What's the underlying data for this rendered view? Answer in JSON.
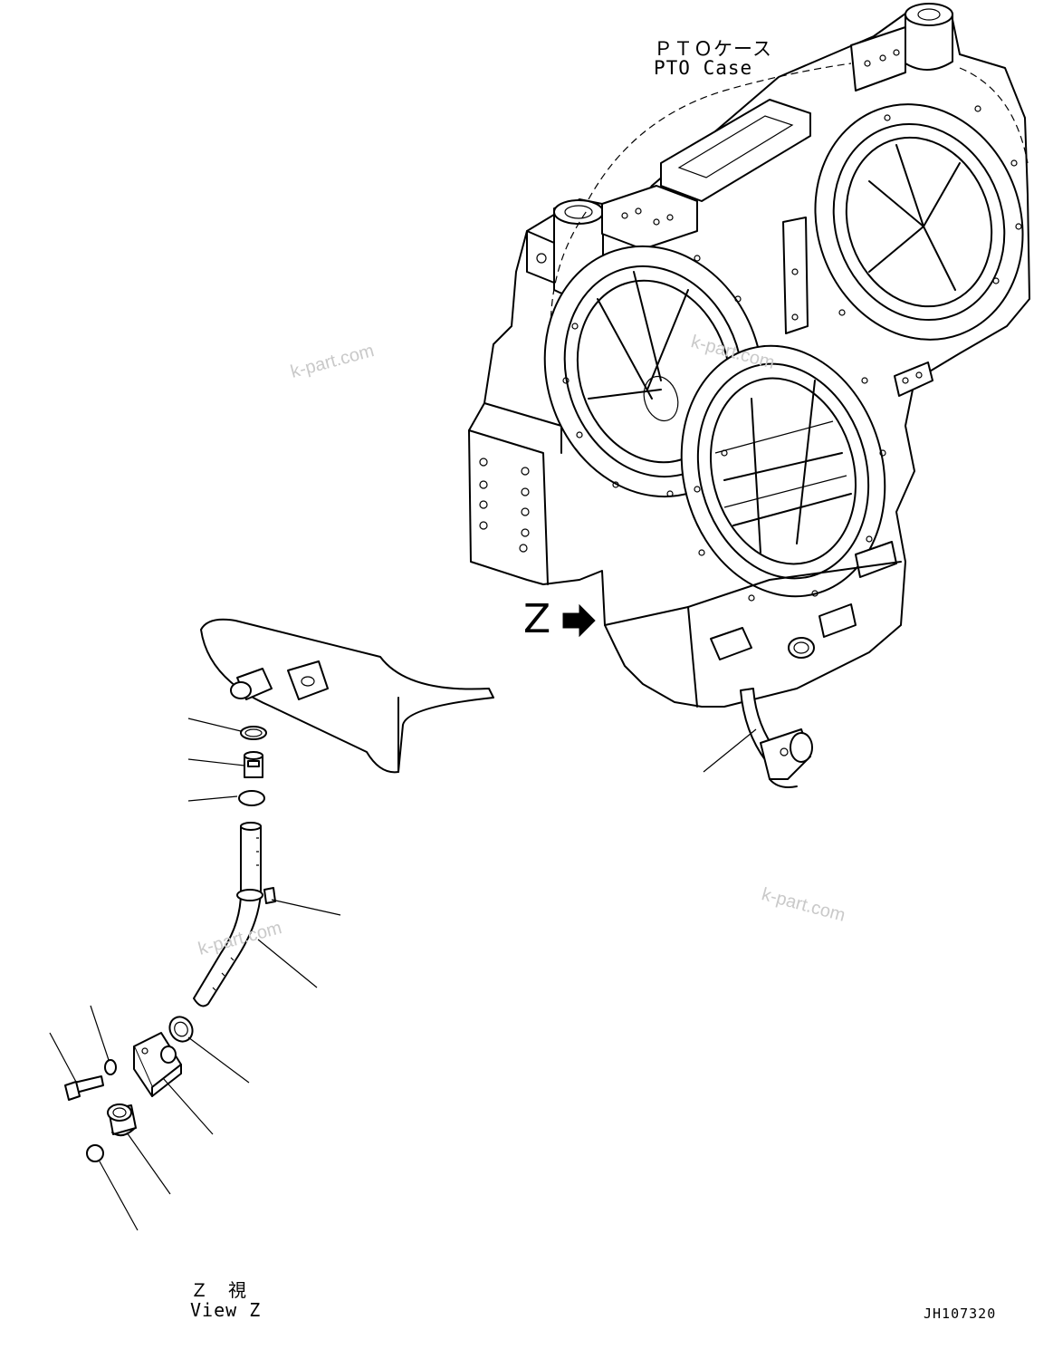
{
  "labels": {
    "pto_case_jp": "ＰＴＯケース",
    "pto_case_en": "PTO Case",
    "arrow_letter": "Z",
    "view_jp": "Ｚ　視",
    "view_en": "View Z",
    "drawing_number": "JH107320"
  },
  "watermarks": [
    "k-part.com",
    "k-part.com",
    "k-part.com",
    "k-part.com"
  ],
  "colors": {
    "line": "#000000",
    "background": "#ffffff",
    "watermark": "#c9c9c9"
  }
}
